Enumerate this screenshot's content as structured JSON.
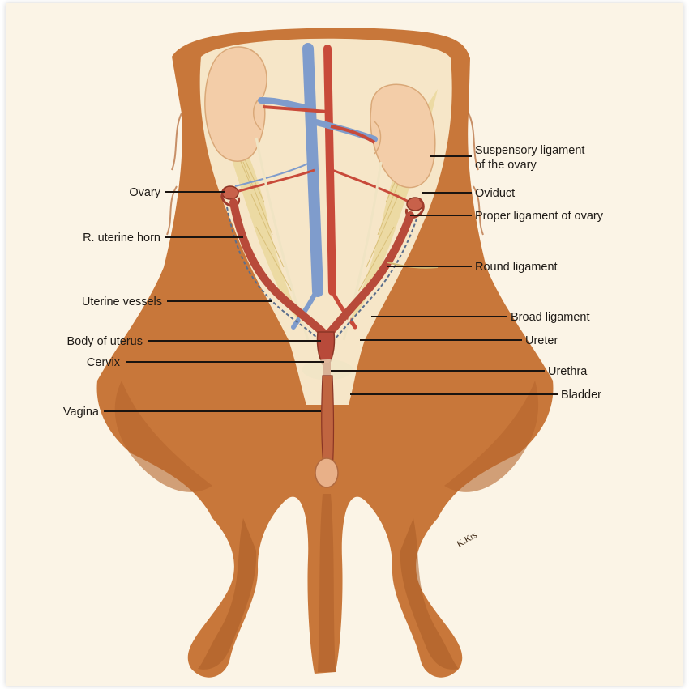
{
  "labels_left": {
    "ovary": "Ovary",
    "r_uterine_horn": "R. uterine horn",
    "uterine_vessels": "Uterine vessels",
    "body_of_uterus": "Body of uterus",
    "cervix": "Cervix",
    "vagina": "Vagina"
  },
  "labels_right": {
    "suspensory_ligament_line1": "Suspensory ligament",
    "suspensory_ligament_line2": "of the ovary",
    "oviduct": "Oviduct",
    "proper_ligament": "Proper ligament of ovary",
    "round_ligament": "Round ligament",
    "broad_ligament": "Broad ligament",
    "ureter": "Ureter",
    "urethra": "Urethra",
    "bladder": "Bladder"
  },
  "colors": {
    "body": "#c8773a",
    "body_shadow": "#a95c27",
    "cavity": "#f6e6c8",
    "artery": "#c84a3a",
    "vein": "#7f9ccc",
    "uterus": "#b84a3a",
    "kidney": "#f3cda8",
    "ligament": "#e9d89a"
  }
}
